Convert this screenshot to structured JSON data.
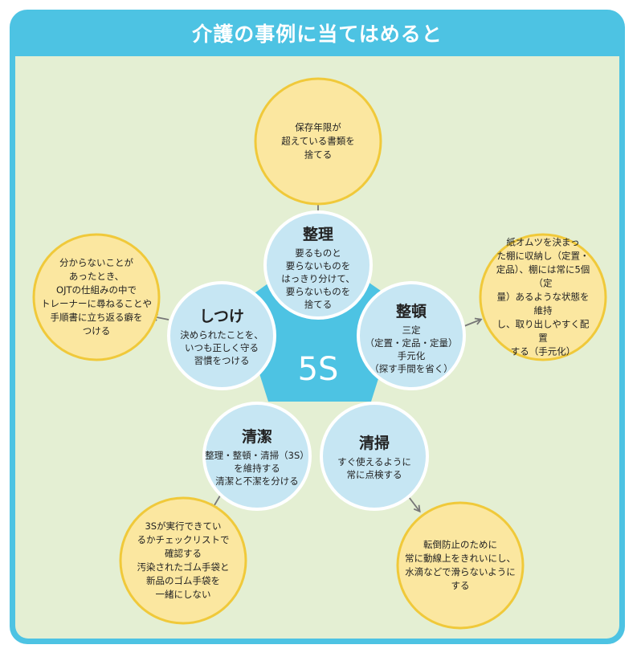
{
  "title": "介護の事例に当てはめると",
  "center_label": "5S",
  "colors": {
    "frame": "#4dc3e3",
    "background": "#e4efd3",
    "inner_fill": "#c6e6f3",
    "inner_stroke": "#ffffff",
    "outer_fill": "#fbe7a0",
    "outer_stroke": "#f0c93a",
    "pentagon": "#4dc3e3",
    "arrow": "#777777"
  },
  "inner": [
    {
      "head": "整理",
      "body": "要るものと\n要らないものを\nはっきり分けて、\n要らないものを\n捨てる"
    },
    {
      "head": "整頓",
      "body": "三定\n（定置・定品・定量）\n手元化\n（探す手間を省く）"
    },
    {
      "head": "清掃",
      "body": "すぐ使えるように\n常に点検する"
    },
    {
      "head": "清潔",
      "body": "整理・整頓・清掃（3S）\nを維持する\n清潔と不潔を分ける"
    },
    {
      "head": "しつけ",
      "body": "決められたことを、\nいつも正しく守る\n習慣をつける"
    }
  ],
  "outer": [
    {
      "text": "保存年限が\n超えている書類を\n捨てる"
    },
    {
      "text": "紙オムツを決まっ\nた棚に収納し（定置・\n定品）、棚には常に5個（定\n量）あるような状態を維持\nし、取り出しやすく配置\nする（手元化）"
    },
    {
      "text": "転倒防止のために\n常に動線上をきれいにし、\n水滴などで滑らないように\nする"
    },
    {
      "text": "3Sが実行できてい\nるかチェックリストで\n確認する\n汚染されたゴム手袋と\n新品のゴム手袋を\n一緒にしない"
    },
    {
      "text": "分からないことが\nあったとき、\nOJTの仕組みの中で\nトレーナーに尋ねることや\n手順書に立ち返る癖を\nつける"
    }
  ]
}
